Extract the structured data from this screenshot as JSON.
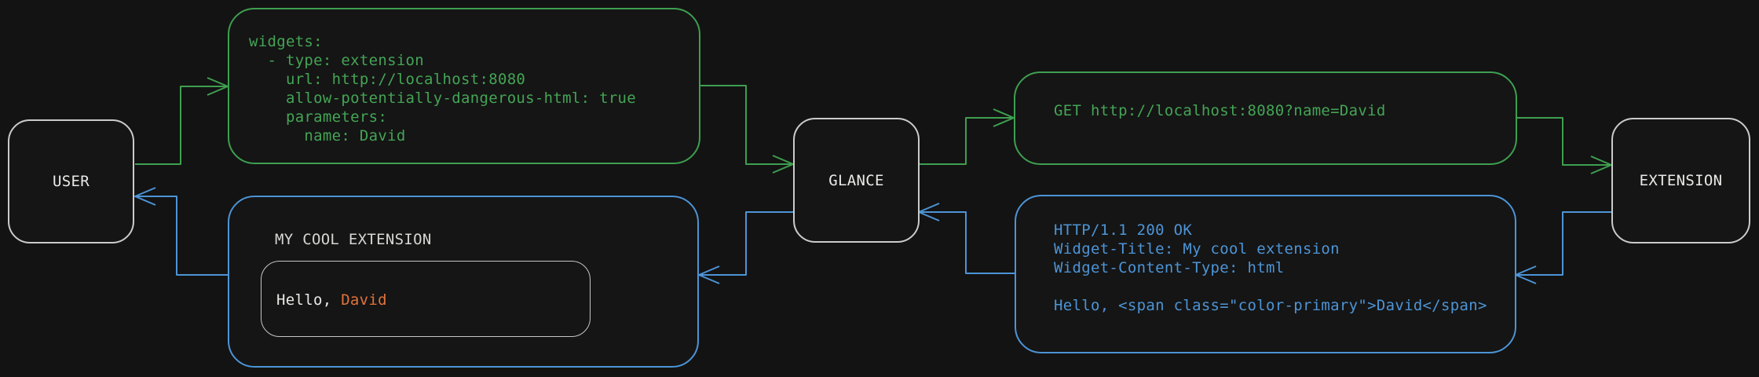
{
  "background": "#131313",
  "colors": {
    "request_green": "#3e9f50",
    "response_blue": "#4d94d6",
    "node_border": "#cbcbcb",
    "node_text": "#e9e9e7",
    "accent_orange": "#e2733c"
  },
  "nodes": {
    "user": {
      "label": "USER"
    },
    "glance": {
      "label": "GLANCE"
    },
    "extension": {
      "label": "EXTENSION"
    }
  },
  "config_box": {
    "lines": [
      "widgets:",
      "  - type: extension",
      "    url: http://localhost:8080",
      "    allow-potentially-dangerous-html: true",
      "    parameters:",
      "      name: David"
    ]
  },
  "request_box": {
    "lines": [
      "GET http://localhost:8080?name=David"
    ]
  },
  "response_box": {
    "lines": [
      "HTTP/1.1 200 OK",
      "Widget-Title: My cool extension",
      "Widget-Content-Type: html",
      "",
      "Hello, <span class=\"color-primary\">David</span>"
    ]
  },
  "widget_box": {
    "title": "MY COOL EXTENSION",
    "greeting_prefix": "Hello, ",
    "greeting_name": "David"
  },
  "edges": [
    {
      "from": "user",
      "to": "config-box",
      "color": "green"
    },
    {
      "from": "config-box",
      "to": "glance",
      "color": "green"
    },
    {
      "from": "glance",
      "to": "request-box",
      "color": "green"
    },
    {
      "from": "request-box",
      "to": "extension",
      "color": "green"
    },
    {
      "from": "extension",
      "to": "response-box",
      "color": "blue"
    },
    {
      "from": "response-box",
      "to": "glance",
      "color": "blue"
    },
    {
      "from": "glance",
      "to": "widget-box",
      "color": "blue"
    },
    {
      "from": "widget-box",
      "to": "user",
      "color": "blue"
    }
  ]
}
